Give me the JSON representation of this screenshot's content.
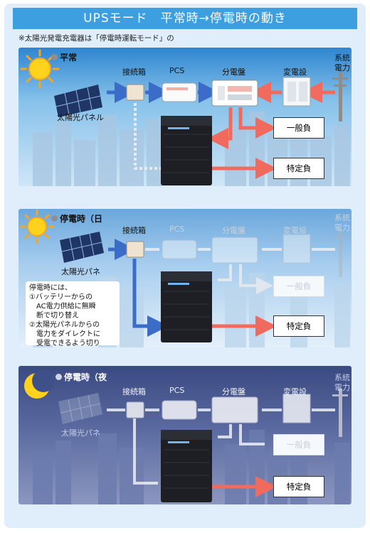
{
  "title": "UPSモード　平常時→停電時の動き",
  "note": "※太陽光発電充電器は「停電時運転モード」の",
  "panels": [
    {
      "heading": "平常",
      "labels": {
        "solar": "太陽光パネル",
        "junction": "接続箱",
        "pcs": "PCS",
        "distribution": "分電盤",
        "substation": "変電設",
        "grid_line1": "系統",
        "grid_line2": "電力"
      },
      "loads": {
        "general": "一般負",
        "specific": "特定負"
      }
    },
    {
      "heading": "停電時（日",
      "labels": {
        "solar": "太陽光パネ",
        "junction": "接続箱",
        "pcs": "PCS",
        "distribution": "分電盤",
        "substation": "変電設",
        "grid_line1": "系統",
        "grid_line2": "電力"
      },
      "loads": {
        "general": "一般負",
        "specific": "特定負"
      },
      "callout": [
        "停電時には、",
        "①バッテリーからの",
        "　AC電力供給に無瞬",
        "　断で切り替え",
        "②太陽光パネルからの",
        "　電力をダイレクトに",
        "　受電できるよう切り"
      ]
    },
    {
      "heading": "停電時（夜",
      "labels": {
        "solar": "太陽光パネ",
        "junction": "接続箱",
        "pcs": "PCS",
        "distribution": "分電盤",
        "substation": "変電設",
        "grid_line1": "系統",
        "grid_line2": "電力"
      },
      "loads": {
        "general": "一般負",
        "specific": "特定負"
      }
    }
  ],
  "colors": {
    "title_bg": "#3d9fe0",
    "grid_flow": "#f06b5e",
    "solar_flow": "#3a6cc8",
    "inactive_flow": "#dfe5ec"
  }
}
